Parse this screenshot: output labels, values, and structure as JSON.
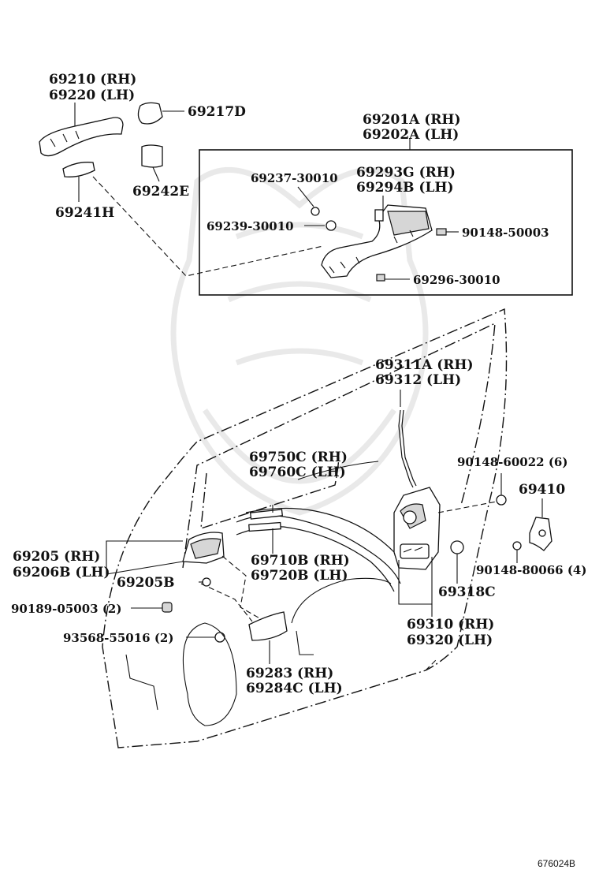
{
  "labels": {
    "p69210": "69210 (RH)",
    "p69220": "69220 (LH)",
    "p69217d": "69217D",
    "p69242e": "69242E",
    "p69241h": "69241H",
    "p69201a": "69201A (RH)",
    "p69202a": "69202A (LH)",
    "p69237": "69237-30010",
    "p69293g": "69293G (RH)",
    "p69294b": "69294B (LH)",
    "p69239": "69239-30010",
    "p90148_50003": "90148-50003",
    "p69296": "69296-30010",
    "p69311a": "69311A (RH)",
    "p69312": "69312 (LH)",
    "p69750c": "69750C (RH)",
    "p69760c": "69760C (LH)",
    "p90148_60022": "90148-60022 (6)",
    "p69410": "69410",
    "p69205": "69205 (RH)",
    "p69206b": "69206B (LH)",
    "p69710b": "69710B (RH)",
    "p69720b": "69720B (LH)",
    "p90148_80066": "90148-80066 (4)",
    "p69205b": "69205B",
    "p69318c": "69318C",
    "p90189": "90189-05003 (2)",
    "p93568": "93568-55016 (2)",
    "p69310": "69310 (RH)",
    "p69320": "69320 (LH)",
    "p69283": "69283 (RH)",
    "p69284c": "69284C (LH)"
  },
  "catalog_code": "676024B"
}
